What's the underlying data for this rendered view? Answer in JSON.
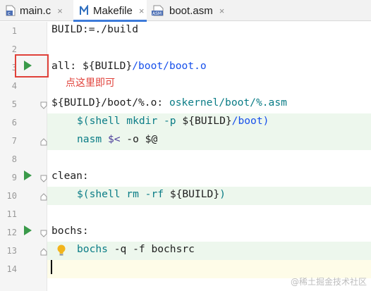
{
  "tabs": [
    {
      "label": "main.c",
      "icon": "c-file-icon",
      "active": false
    },
    {
      "label": "Makefile",
      "icon": "makefile-icon",
      "active": true
    },
    {
      "label": "boot.asm",
      "icon": "asm-file-icon",
      "active": false
    }
  ],
  "tab_icon_text": {
    "c": "c",
    "asm": "ASM"
  },
  "close_glyph": "×",
  "line_numbers": [
    "1",
    "2",
    "3",
    "4",
    "5",
    "6",
    "7",
    "8",
    "9",
    "10",
    "11",
    "12",
    "13",
    "14"
  ],
  "code": {
    "l1": [
      "BUILD:=./build"
    ],
    "l3": [
      "all: ",
      "${BUILD}",
      "/boot/boot.o"
    ],
    "l5": [
      "${BUILD}",
      "/boot/%.o: ",
      "oskernel/boot/%.asm"
    ],
    "l6": [
      "$(shell ",
      "mkdir ",
      "-p ",
      "${BUILD}",
      "/boot)"
    ],
    "l7": [
      "nasm ",
      "$< ",
      "-o ",
      "$@"
    ],
    "l9": [
      "clean:"
    ],
    "l10": [
      "$(shell ",
      "rm ",
      "-rf ",
      "${BUILD}",
      ")"
    ],
    "l12": [
      "bochs:"
    ],
    "l13": [
      "bochs ",
      "-q ",
      "-f ",
      "bochsrc"
    ]
  },
  "annotation": "点这里即可",
  "watermark": "@稀土掘金技术社区",
  "colors": {
    "accent": "#3d7bd9",
    "run": "#3a9a4a",
    "annotation": "#e0413a"
  }
}
